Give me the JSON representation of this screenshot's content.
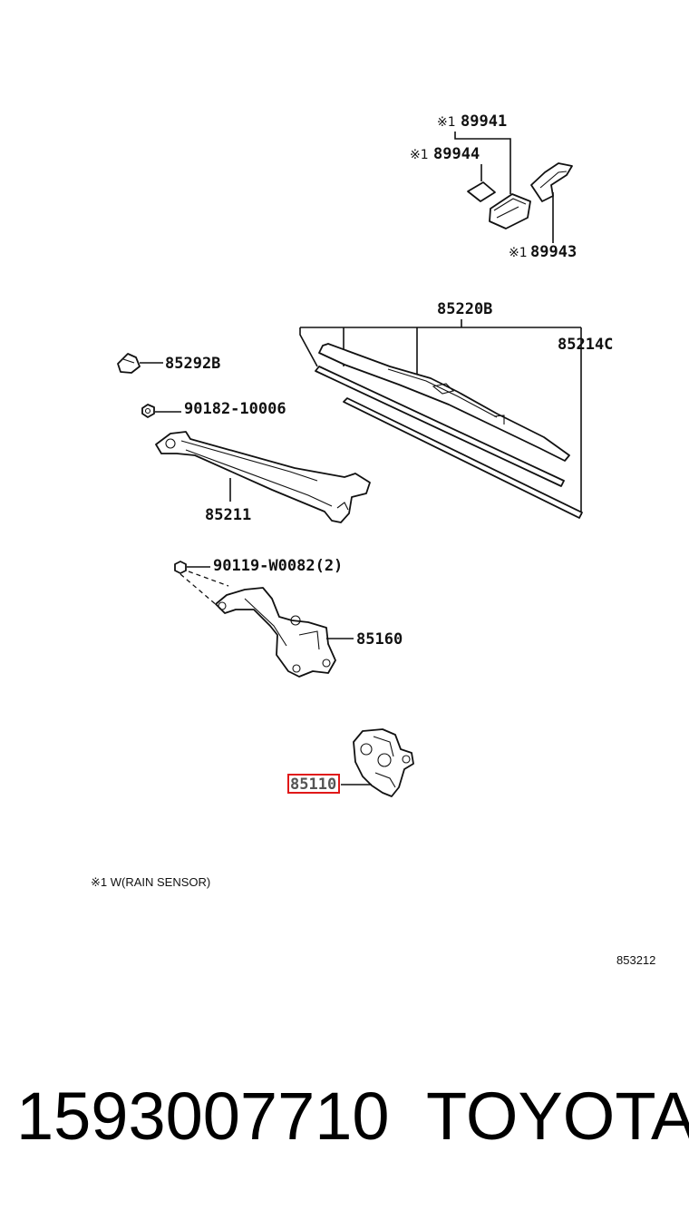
{
  "parts": {
    "p89941": {
      "mark": "※1",
      "number": "89941"
    },
    "p89944": {
      "mark": "※1",
      "number": "89944"
    },
    "p89943": {
      "mark": "※1",
      "number": "89943"
    },
    "p85220B": {
      "number": "85220B"
    },
    "p85214C": {
      "number": "85214C"
    },
    "p85292B": {
      "number": "85292B"
    },
    "p90182": {
      "number": "90182-10006"
    },
    "p85211": {
      "number": "85211"
    },
    "p90119": {
      "number": "90119-W0082(2)"
    },
    "p85160": {
      "number": "85160"
    },
    "p85110": {
      "number": "85110",
      "highlighted": true,
      "highlight_color": "#e01818"
    }
  },
  "footnote": "※1 W(RAIN SENSOR)",
  "diagram_code": "853212",
  "caption": {
    "part_number": "1593007710",
    "brand": "TOYOTA"
  }
}
